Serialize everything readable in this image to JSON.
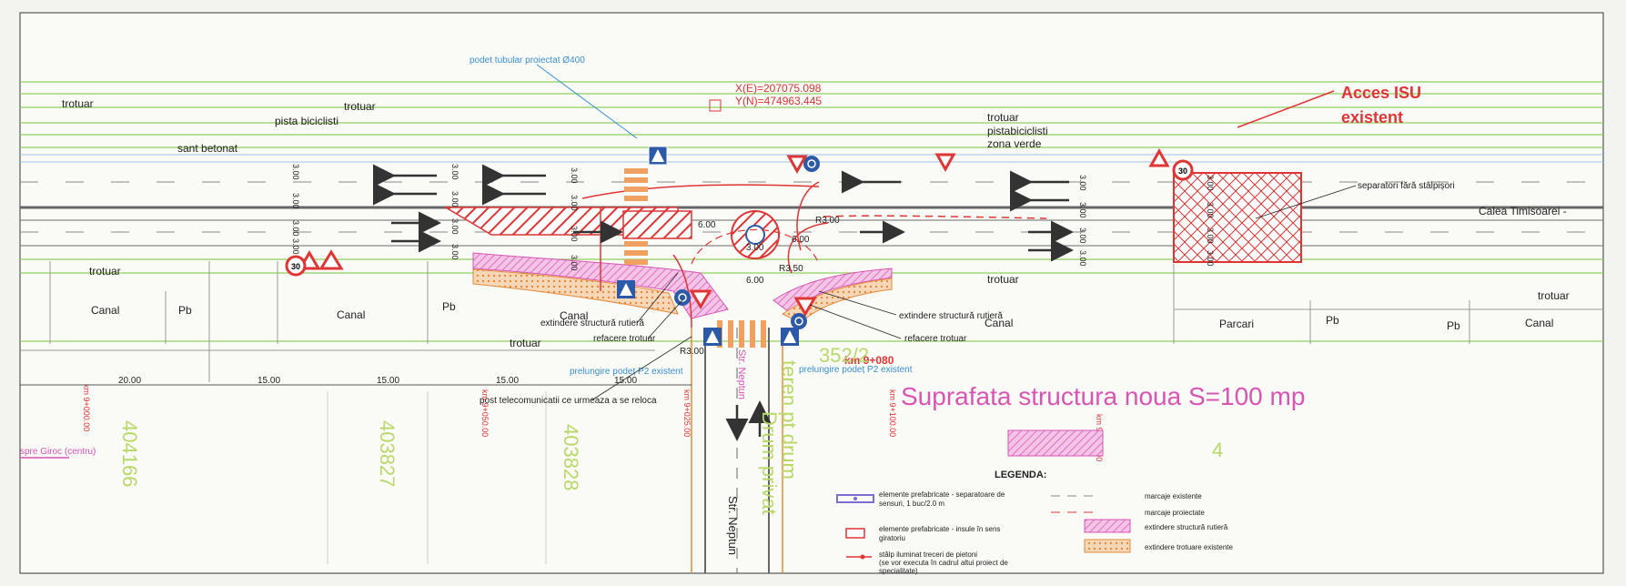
{
  "labels": {
    "trotuar": "trotuar",
    "pista_biciclisti": "pista biciclisti",
    "sant_betonat": "sant betonat",
    "pistabiciclisti": "pistabiciclisti",
    "zona_verde": "zona verde",
    "calea_timisoarei": "Calea  Timisoarei  -",
    "canal": "Canal",
    "pb": "Pb",
    "parcari": "Parcari",
    "podet_tubular": "podet tubular proiectat Ø400",
    "coord_x": "X(E)=207075.098",
    "coord_y": "Y(N)=474963.445",
    "acces_isu_1": "Acces ISU",
    "acces_isu_2": "existent",
    "separatori": "separatori fără stâlpișori",
    "extindere_structura": "extindere structură rutieră",
    "refacere_trotuar": "refacere trotuar",
    "prelungire_podet": "prelungire podeț P2 existent",
    "post_telecom": "post telecomunicatii ce urmeaza a se reloca",
    "km_9080": "km 9+080",
    "suprafata": "Suprafata structura noua S=100 mp",
    "str_neptun": "Str. Neptun",
    "spre_giroc": "spre Giroc (centru)",
    "km_9000": "km 9+000.00",
    "km_9050": "km 9+050.00",
    "km_9025": "km 9+025.00",
    "km_9100": "km 9+100.00",
    "km_9125": "km 9+125.00",
    "parcel_404166": "404166",
    "parcel_403827": "403827",
    "parcel_403828": "403828",
    "teren_drum": "teren pt drum",
    "drum_privat": "Drum privat",
    "parcel_352": "352/2",
    "parcel_4": "4",
    "dim_600": "6.00",
    "dim_300": "3.00",
    "r300": "R3.00",
    "r350": "R3.50",
    "dim_2000": "20.00",
    "dim_1500": "15.00"
  },
  "legend": {
    "title": "LEGENDA:",
    "items": [
      "elemente prefabricate - separatoare de",
      "sensuri, 1 buc/2.0 m",
      "elemente prefabricate - insule în sens",
      "giratoriu",
      "stâlp iluminat treceri de pietoni",
      "(se vor executa în cadrul altui proiect de",
      "specialitate)",
      "marcaje existente",
      "marcaje proiectate",
      "extindere structură rutieră",
      "extindere trotuare existente"
    ]
  },
  "signs": {
    "speed": "30"
  },
  "colors": {
    "red": "#e03535",
    "pink": "#d955b4",
    "blue_label": "#3a8fd8",
    "green_line": "#8fcf5f",
    "parcel_green": "#b8d86a",
    "sign_blue": "#2d5aa8",
    "hatch_orange": "#f0a060"
  }
}
